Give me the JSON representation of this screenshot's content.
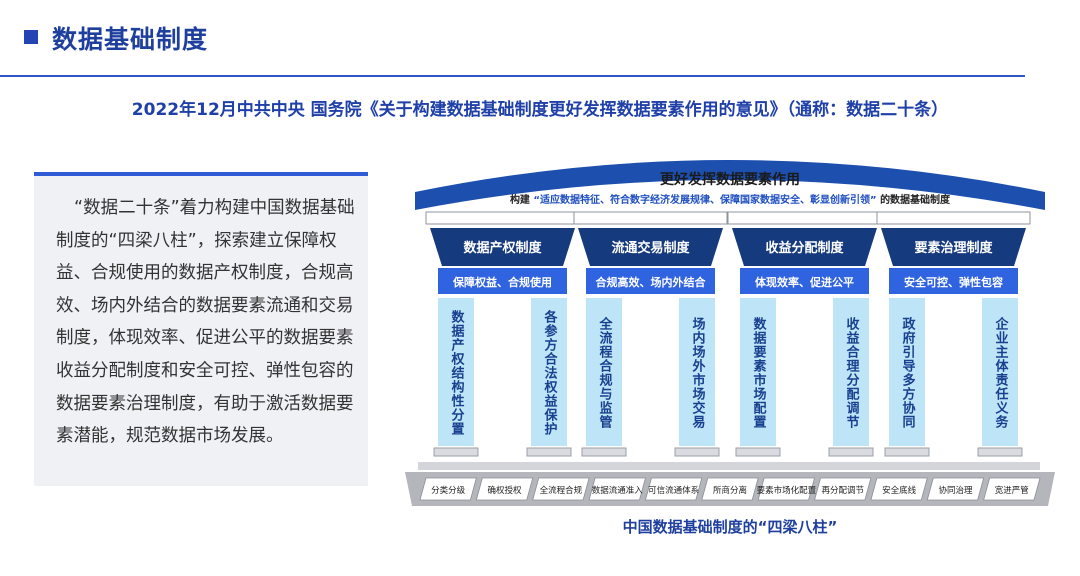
{
  "header": {
    "title": "数据基础制度",
    "subtitle": "2022年12月中共中央 国务院《关于构建数据基础制度更好发挥数据要素作用的意见》（通称：数据二十条）"
  },
  "description": "“数据二十条”着力构建中国数据基础制度的“四梁八柱”，探索建立保障权益、合规使用的数据产权制度，合规高效、场内外结合的数据要素流通和交易制度，体现效率、促进公平的数据要素收益分配制度和安全可控、弹性包容的数据要素治理制度，有助于激活数据要素潜能，规范数据市场发展。",
  "diagram": {
    "roof_title": "更好发挥数据要素作用",
    "roof_prefix": "构建",
    "roof_quote": "“适应数据特征、符合数字经济发展规律、保障国家数据安全、彰显创新引领”",
    "roof_suffix": "的数据基础制度",
    "caption": "中国数据基础制度的“四梁八柱”",
    "beams": [
      {
        "name": "数据产权制度",
        "principle": "保障权益、合规使用",
        "pillars": [
          "数据产权结构性分置",
          "各参方合法权益保护"
        ]
      },
      {
        "name": "流通交易制度",
        "principle": "合规高效、场内外结合",
        "pillars": [
          "全流程合规与监管",
          "场内场外市场交易"
        ]
      },
      {
        "name": "收益分配制度",
        "principle": "体现效率、促进公平",
        "pillars": [
          "数据要素市场配置",
          "收益合理分配调节"
        ]
      },
      {
        "name": "要素治理制度",
        "principle": "安全可控、弹性包容",
        "pillars": [
          "政府引导多方协同",
          "企业主体责任义务"
        ]
      }
    ],
    "base_items": [
      "分类分级",
      "确权授权",
      "全流程合规",
      "数据流通准入",
      "可信流通体系",
      "所商分离",
      "要素市场化配置",
      "再分配调节",
      "安全底线",
      "协同治理",
      "宽进严管"
    ]
  },
  "colors": {
    "title_blue": "#1f3f9e",
    "beam_dark": "#163a7e",
    "principle_blue": "#2f63e0",
    "pillar_light": "#bde4f7",
    "base_gray": "#b4b6bb"
  }
}
